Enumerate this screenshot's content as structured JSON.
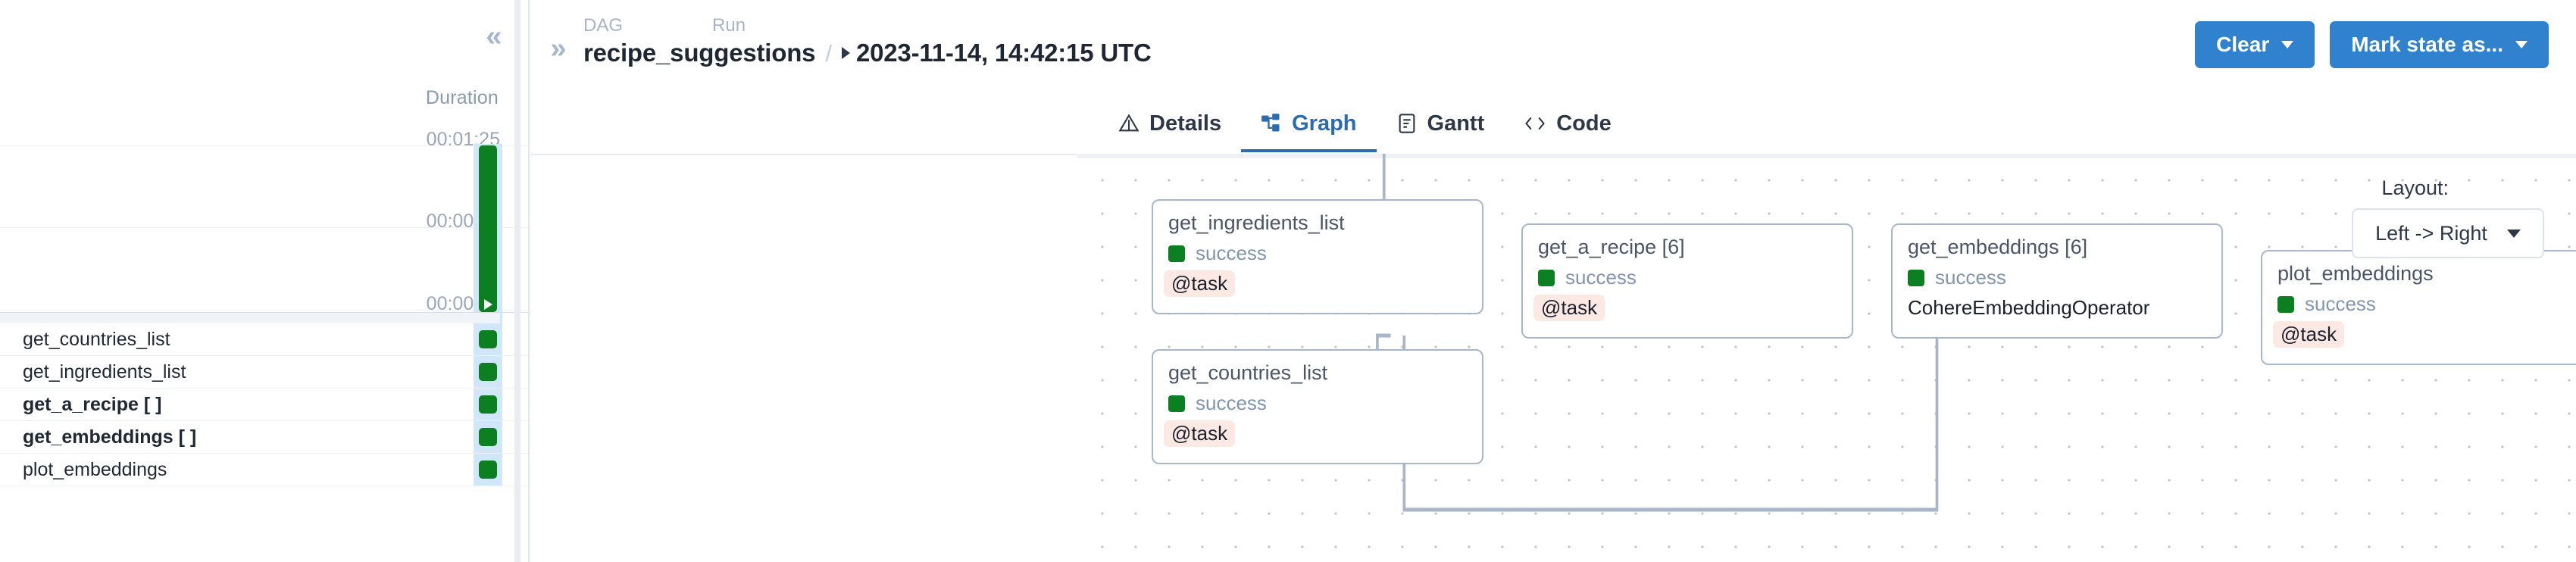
{
  "grid_panel": {
    "collapse_icon": "chevrons-left-icon",
    "duration_label": "Duration",
    "axis_ticks": [
      "00:01:25",
      "00:00:42",
      "00:00:00"
    ],
    "run_bar_state": "success",
    "tasks": [
      {
        "name": "get_countries_list",
        "state": "success",
        "bold": false
      },
      {
        "name": "get_ingredients_list",
        "state": "success",
        "bold": false
      },
      {
        "name": "get_a_recipe [ ]",
        "state": "success",
        "bold": true
      },
      {
        "name": "get_embeddings [ ]",
        "state": "success",
        "bold": true
      },
      {
        "name": "plot_embeddings",
        "state": "success",
        "bold": false
      }
    ]
  },
  "header": {
    "expand_icon": "chevrons-right-icon",
    "dag_caption": "DAG",
    "dag_name": "recipe_suggestions",
    "separator": "/",
    "run_caption": "Run",
    "run_name": "2023-11-14, 14:42:15 UTC",
    "clear_button": "Clear",
    "mark_state_button": "Mark state as..."
  },
  "tabs": [
    {
      "label": "Details",
      "icon": "triangle-alert-icon",
      "active": false
    },
    {
      "label": "Graph",
      "icon": "graph-nodes-icon",
      "active": true
    },
    {
      "label": "Gantt",
      "icon": "document-lines-icon",
      "active": false
    },
    {
      "label": "Code",
      "icon": "angle-brackets-icon",
      "active": false
    }
  ],
  "graph": {
    "layout_label": "Layout:",
    "layout_value": "Left -> Right",
    "layout_chevron": "chevron-down-icon",
    "nodes": [
      {
        "id": "get_ingredients_list",
        "title": "get_ingredients_list",
        "state": "success",
        "operator": "@task",
        "is_tag": true
      },
      {
        "id": "get_countries_list",
        "title": "get_countries_list",
        "state": "success",
        "operator": "@task",
        "is_tag": true
      },
      {
        "id": "get_a_recipe",
        "title": "get_a_recipe [6]",
        "state": "success",
        "operator": "@task",
        "is_tag": true
      },
      {
        "id": "get_embeddings",
        "title": "get_embeddings [6]",
        "state": "success",
        "operator": "CohereEmbeddingOperator",
        "is_tag": false
      },
      {
        "id": "plot_embeddings",
        "title": "plot_embeddings",
        "state": "success",
        "operator": "@task",
        "is_tag": true
      }
    ]
  },
  "colors": {
    "accent": "#3182ce",
    "tab_active": "#2b6cb0",
    "success": "#0c8020",
    "node_border": "#a8b6cb",
    "run_highlight": "#cfe7f8",
    "tag_bg": "#fce9e3"
  }
}
